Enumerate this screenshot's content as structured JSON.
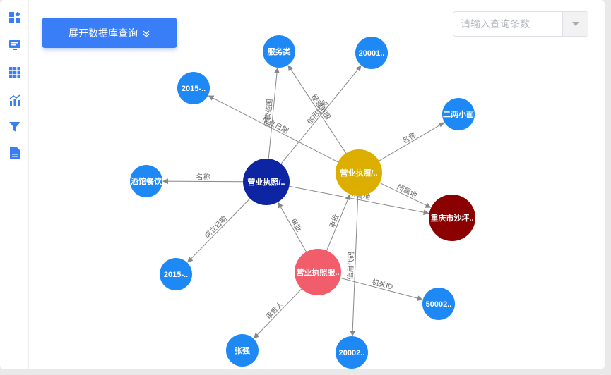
{
  "toolbar": {
    "expand_label": "展开数据库查询",
    "query_placeholder": "请输入查询条数",
    "query_value": ""
  },
  "sidebar": {
    "items": [
      {
        "icon": "dashboard-icon"
      },
      {
        "icon": "monitor-icon"
      },
      {
        "icon": "grid-icon"
      },
      {
        "icon": "bar-chart-icon"
      },
      {
        "icon": "filter-icon"
      },
      {
        "icon": "document-icon"
      }
    ]
  },
  "colors": {
    "accent": "#3a7ef7",
    "node_blue": "#1e88f5",
    "node_navy": "#0d24a3",
    "node_gold": "#dcae00",
    "node_darkred": "#8b0000",
    "node_pink": "#f25d6b",
    "edge": "#888888"
  },
  "graph": {
    "nodes": [
      {
        "id": "n_service",
        "label": "服务类",
        "color": "#1e88f5"
      },
      {
        "id": "n_20001",
        "label": "20001..",
        "color": "#1e88f5"
      },
      {
        "id": "n_2015a",
        "label": "2015-..",
        "color": "#1e88f5"
      },
      {
        "id": "n_xiaomian",
        "label": "二两小面",
        "color": "#1e88f5"
      },
      {
        "id": "n_license_a",
        "label": "营业执照/..",
        "color": "#0d24a3"
      },
      {
        "id": "n_license_b",
        "label": "营业执照/..",
        "color": "#dcae00"
      },
      {
        "id": "n_jiuguan",
        "label": "酒馆餐饮",
        "color": "#1e88f5"
      },
      {
        "id": "n_chongqing",
        "label": "重庆市沙坪..",
        "color": "#8b0000"
      },
      {
        "id": "n_2015b",
        "label": "2015-..",
        "color": "#1e88f5"
      },
      {
        "id": "n_service_lic",
        "label": "营业执照服..",
        "color": "#f25d6b"
      },
      {
        "id": "n_50002",
        "label": "50002..",
        "color": "#1e88f5"
      },
      {
        "id": "n_zhangqiang",
        "label": "张强",
        "color": "#1e88f5"
      },
      {
        "id": "n_20002",
        "label": "20002..",
        "color": "#1e88f5"
      }
    ],
    "edges": [
      {
        "from": "n_license_a",
        "to": "n_service",
        "label": "经营范围"
      },
      {
        "from": "n_license_a",
        "to": "n_20001",
        "label": "信用代码"
      },
      {
        "from": "n_license_a",
        "to": "n_jiuguan",
        "label": "名称"
      },
      {
        "from": "n_license_a",
        "to": "n_2015b",
        "label": "成立日期"
      },
      {
        "from": "n_license_a",
        "to": "n_chongqing",
        "label": "所属地"
      },
      {
        "from": "n_license_b",
        "to": "n_service",
        "label": "经营范围"
      },
      {
        "from": "n_license_b",
        "to": "n_2015a",
        "label": "成立日期"
      },
      {
        "from": "n_license_b",
        "to": "n_xiaomian",
        "label": "名称"
      },
      {
        "from": "n_license_b",
        "to": "n_chongqing",
        "label": "所属地"
      },
      {
        "from": "n_license_b",
        "to": "n_20002",
        "label": "信用代码"
      },
      {
        "from": "n_service_lic",
        "to": "n_license_a",
        "label": "审批"
      },
      {
        "from": "n_service_lic",
        "to": "n_license_b",
        "label": "审批"
      },
      {
        "from": "n_service_lic",
        "to": "n_50002",
        "label": "机关ID"
      },
      {
        "from": "n_service_lic",
        "to": "n_zhangqiang",
        "label": "审批人"
      }
    ]
  }
}
